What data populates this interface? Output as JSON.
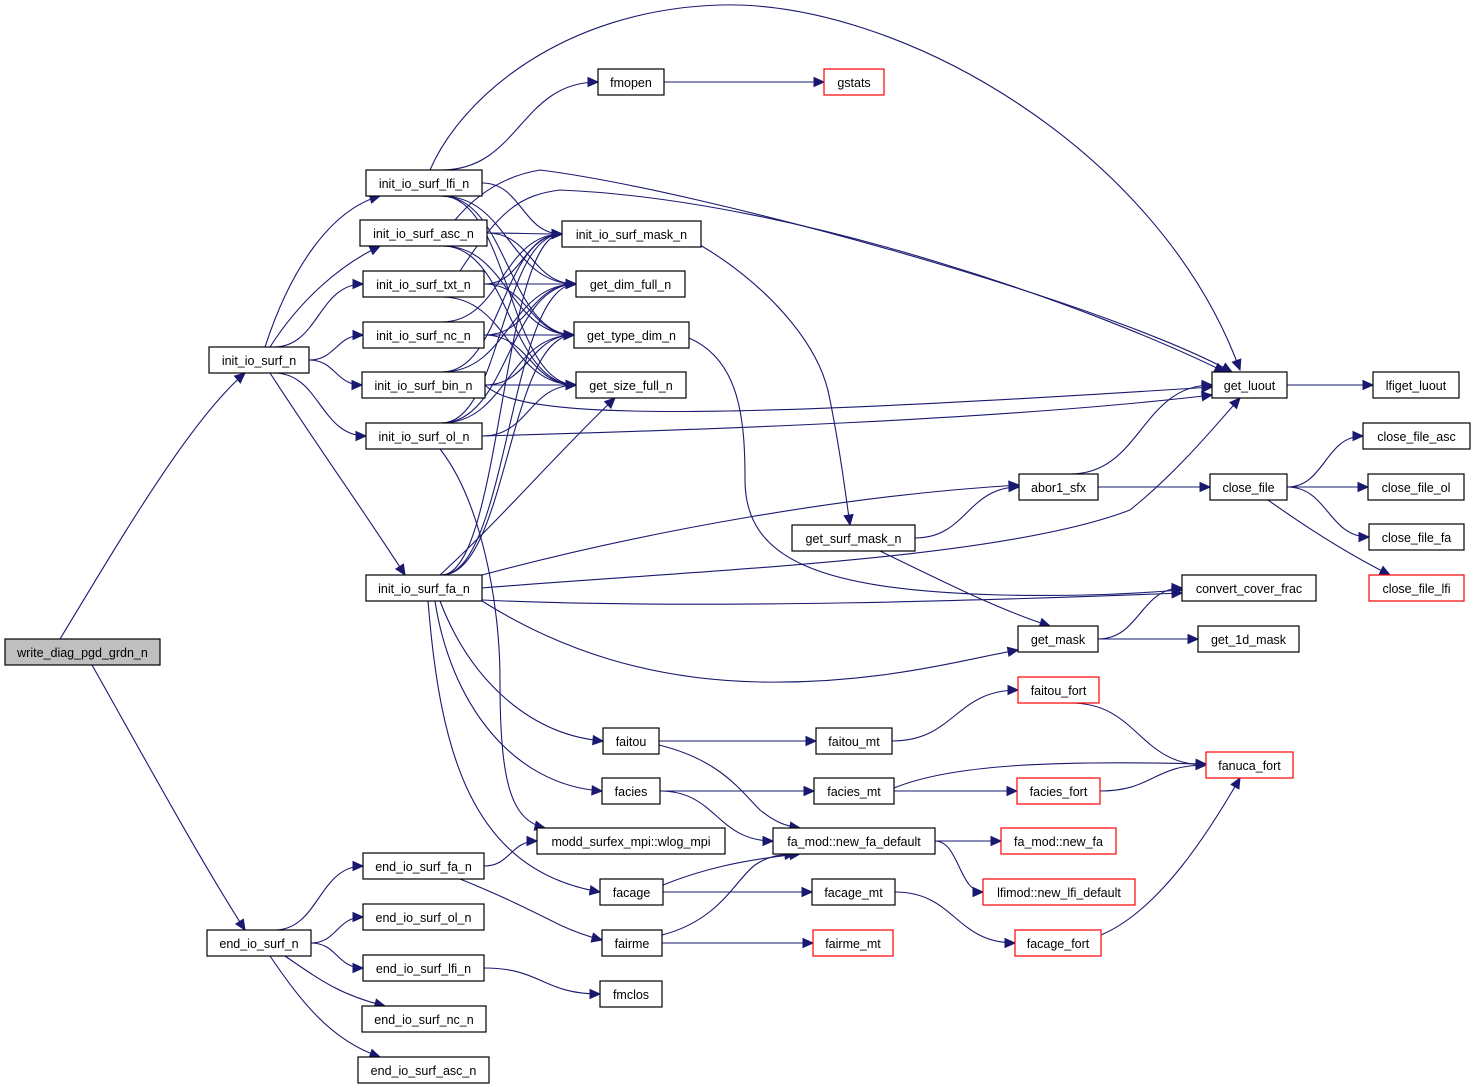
{
  "title": "write_diag_pgd_grdn_n call graph",
  "colors": {
    "edge": "#191970",
    "node_border": "#000000",
    "external_border": "#ff0000",
    "root_fill": "#bfbfbf",
    "node_fill": "#ffffff"
  },
  "nodes": [
    {
      "id": "write_diag_pgd_grdn_n",
      "label": "write_diag_pgd_grdn_n",
      "kind": "root"
    },
    {
      "id": "init_io_surf_n",
      "label": "init_io_surf_n",
      "kind": "normal"
    },
    {
      "id": "end_io_surf_n",
      "label": "end_io_surf_n",
      "kind": "normal"
    },
    {
      "id": "init_io_surf_lfi_n",
      "label": "init_io_surf_lfi_n",
      "kind": "normal"
    },
    {
      "id": "init_io_surf_asc_n",
      "label": "init_io_surf_asc_n",
      "kind": "normal"
    },
    {
      "id": "init_io_surf_txt_n",
      "label": "init_io_surf_txt_n",
      "kind": "normal"
    },
    {
      "id": "init_io_surf_nc_n",
      "label": "init_io_surf_nc_n",
      "kind": "normal"
    },
    {
      "id": "init_io_surf_bin_n",
      "label": "init_io_surf_bin_n",
      "kind": "normal"
    },
    {
      "id": "init_io_surf_ol_n",
      "label": "init_io_surf_ol_n",
      "kind": "normal"
    },
    {
      "id": "init_io_surf_fa_n",
      "label": "init_io_surf_fa_n",
      "kind": "normal"
    },
    {
      "id": "end_io_surf_fa_n",
      "label": "end_io_surf_fa_n",
      "kind": "normal"
    },
    {
      "id": "end_io_surf_ol_n",
      "label": "end_io_surf_ol_n",
      "kind": "normal"
    },
    {
      "id": "end_io_surf_lfi_n",
      "label": "end_io_surf_lfi_n",
      "kind": "normal"
    },
    {
      "id": "end_io_surf_nc_n",
      "label": "end_io_surf_nc_n",
      "kind": "normal"
    },
    {
      "id": "end_io_surf_asc_n",
      "label": "end_io_surf_asc_n",
      "kind": "normal"
    },
    {
      "id": "fmopen",
      "label": "fmopen",
      "kind": "normal"
    },
    {
      "id": "gstats",
      "label": "gstats",
      "kind": "external"
    },
    {
      "id": "init_io_surf_mask_n",
      "label": "init_io_surf_mask_n",
      "kind": "normal"
    },
    {
      "id": "get_dim_full_n",
      "label": "get_dim_full_n",
      "kind": "normal"
    },
    {
      "id": "get_type_dim_n",
      "label": "get_type_dim_n",
      "kind": "normal"
    },
    {
      "id": "get_size_full_n",
      "label": "get_size_full_n",
      "kind": "normal"
    },
    {
      "id": "faitou",
      "label": "faitou",
      "kind": "normal"
    },
    {
      "id": "facies",
      "label": "facies",
      "kind": "normal"
    },
    {
      "id": "wlog_mpi",
      "label": "modd_surfex_mpi::wlog_mpi",
      "kind": "normal"
    },
    {
      "id": "facage",
      "label": "facage",
      "kind": "normal"
    },
    {
      "id": "fairme",
      "label": "fairme",
      "kind": "normal"
    },
    {
      "id": "fmclos",
      "label": "fmclos",
      "kind": "normal"
    },
    {
      "id": "get_surf_mask_n",
      "label": "get_surf_mask_n",
      "kind": "normal"
    },
    {
      "id": "faitou_mt",
      "label": "faitou_mt",
      "kind": "normal"
    },
    {
      "id": "facies_mt",
      "label": "facies_mt",
      "kind": "normal"
    },
    {
      "id": "new_fa_default",
      "label": "fa_mod::new_fa_default",
      "kind": "normal"
    },
    {
      "id": "facage_mt",
      "label": "facage_mt",
      "kind": "normal"
    },
    {
      "id": "fairme_mt",
      "label": "fairme_mt",
      "kind": "external"
    },
    {
      "id": "abor1_sfx",
      "label": "abor1_sfx",
      "kind": "normal"
    },
    {
      "id": "get_mask",
      "label": "get_mask",
      "kind": "normal"
    },
    {
      "id": "faitou_fort",
      "label": "faitou_fort",
      "kind": "external"
    },
    {
      "id": "facies_fort",
      "label": "facies_fort",
      "kind": "external"
    },
    {
      "id": "new_fa",
      "label": "fa_mod::new_fa",
      "kind": "external"
    },
    {
      "id": "new_lfi_default",
      "label": "lfimod::new_lfi_default",
      "kind": "external"
    },
    {
      "id": "facage_fort",
      "label": "facage_fort",
      "kind": "external"
    },
    {
      "id": "get_luout",
      "label": "get_luout",
      "kind": "normal"
    },
    {
      "id": "close_file",
      "label": "close_file",
      "kind": "normal"
    },
    {
      "id": "convert_cover_frac",
      "label": "convert_cover_frac",
      "kind": "normal"
    },
    {
      "id": "get_1d_mask",
      "label": "get_1d_mask",
      "kind": "normal"
    },
    {
      "id": "fanuca_fort",
      "label": "fanuca_fort",
      "kind": "external"
    },
    {
      "id": "lfiget_luout",
      "label": "lfiget_luout",
      "kind": "normal"
    },
    {
      "id": "close_file_asc",
      "label": "close_file_asc",
      "kind": "normal"
    },
    {
      "id": "close_file_ol",
      "label": "close_file_ol",
      "kind": "normal"
    },
    {
      "id": "close_file_fa",
      "label": "close_file_fa",
      "kind": "normal"
    },
    {
      "id": "close_file_lfi",
      "label": "close_file_lfi",
      "kind": "external"
    }
  ],
  "edges": [
    [
      "write_diag_pgd_grdn_n",
      "init_io_surf_n"
    ],
    [
      "write_diag_pgd_grdn_n",
      "end_io_surf_n"
    ],
    [
      "init_io_surf_n",
      "init_io_surf_lfi_n"
    ],
    [
      "init_io_surf_n",
      "init_io_surf_asc_n"
    ],
    [
      "init_io_surf_n",
      "init_io_surf_txt_n"
    ],
    [
      "init_io_surf_n",
      "init_io_surf_nc_n"
    ],
    [
      "init_io_surf_n",
      "init_io_surf_bin_n"
    ],
    [
      "init_io_surf_n",
      "init_io_surf_ol_n"
    ],
    [
      "init_io_surf_n",
      "init_io_surf_fa_n"
    ],
    [
      "init_io_surf_lfi_n",
      "fmopen"
    ],
    [
      "init_io_surf_lfi_n",
      "get_luout"
    ],
    [
      "init_io_surf_lfi_n",
      "init_io_surf_mask_n"
    ],
    [
      "init_io_surf_lfi_n",
      "get_dim_full_n"
    ],
    [
      "init_io_surf_lfi_n",
      "get_type_dim_n"
    ],
    [
      "init_io_surf_lfi_n",
      "get_size_full_n"
    ],
    [
      "init_io_surf_asc_n",
      "init_io_surf_mask_n"
    ],
    [
      "init_io_surf_asc_n",
      "get_dim_full_n"
    ],
    [
      "init_io_surf_asc_n",
      "get_type_dim_n"
    ],
    [
      "init_io_surf_asc_n",
      "get_size_full_n"
    ],
    [
      "init_io_surf_asc_n",
      "get_luout"
    ],
    [
      "init_io_surf_txt_n",
      "init_io_surf_mask_n"
    ],
    [
      "init_io_surf_txt_n",
      "get_dim_full_n"
    ],
    [
      "init_io_surf_txt_n",
      "get_type_dim_n"
    ],
    [
      "init_io_surf_txt_n",
      "get_size_full_n"
    ],
    [
      "init_io_surf_txt_n",
      "get_luout"
    ],
    [
      "init_io_surf_nc_n",
      "init_io_surf_mask_n"
    ],
    [
      "init_io_surf_nc_n",
      "get_dim_full_n"
    ],
    [
      "init_io_surf_nc_n",
      "get_type_dim_n"
    ],
    [
      "init_io_surf_nc_n",
      "get_size_full_n"
    ],
    [
      "init_io_surf_bin_n",
      "init_io_surf_mask_n"
    ],
    [
      "init_io_surf_bin_n",
      "get_dim_full_n"
    ],
    [
      "init_io_surf_bin_n",
      "get_type_dim_n"
    ],
    [
      "init_io_surf_bin_n",
      "get_size_full_n"
    ],
    [
      "init_io_surf_bin_n",
      "get_luout"
    ],
    [
      "init_io_surf_ol_n",
      "init_io_surf_mask_n"
    ],
    [
      "init_io_surf_ol_n",
      "get_dim_full_n"
    ],
    [
      "init_io_surf_ol_n",
      "get_type_dim_n"
    ],
    [
      "init_io_surf_ol_n",
      "get_size_full_n"
    ],
    [
      "init_io_surf_ol_n",
      "get_luout"
    ],
    [
      "init_io_surf_ol_n",
      "wlog_mpi"
    ],
    [
      "init_io_surf_fa_n",
      "init_io_surf_mask_n"
    ],
    [
      "init_io_surf_fa_n",
      "get_dim_full_n"
    ],
    [
      "init_io_surf_fa_n",
      "get_type_dim_n"
    ],
    [
      "init_io_surf_fa_n",
      "get_size_full_n"
    ],
    [
      "init_io_surf_fa_n",
      "abor1_sfx"
    ],
    [
      "init_io_surf_fa_n",
      "get_luout"
    ],
    [
      "init_io_surf_fa_n",
      "convert_cover_frac"
    ],
    [
      "init_io_surf_fa_n",
      "get_mask"
    ],
    [
      "init_io_surf_fa_n",
      "faitou"
    ],
    [
      "init_io_surf_fa_n",
      "facies"
    ],
    [
      "init_io_surf_fa_n",
      "facage"
    ],
    [
      "fmopen",
      "gstats"
    ],
    [
      "init_io_surf_mask_n",
      "get_surf_mask_n"
    ],
    [
      "get_type_dim_n",
      "convert_cover_frac"
    ],
    [
      "get_surf_mask_n",
      "abor1_sfx"
    ],
    [
      "get_surf_mask_n",
      "get_mask"
    ],
    [
      "abor1_sfx",
      "get_luout"
    ],
    [
      "abor1_sfx",
      "close_file"
    ],
    [
      "get_luout",
      "lfiget_luout"
    ],
    [
      "close_file",
      "close_file_asc"
    ],
    [
      "close_file",
      "close_file_ol"
    ],
    [
      "close_file",
      "close_file_fa"
    ],
    [
      "close_file",
      "close_file_lfi"
    ],
    [
      "get_mask",
      "convert_cover_frac"
    ],
    [
      "get_mask",
      "get_1d_mask"
    ],
    [
      "faitou",
      "faitou_mt"
    ],
    [
      "faitou",
      "new_fa_default"
    ],
    [
      "facies",
      "facies_mt"
    ],
    [
      "facies",
      "new_fa_default"
    ],
    [
      "facage",
      "facage_mt"
    ],
    [
      "facage",
      "new_fa_default"
    ],
    [
      "fairme",
      "fairme_mt"
    ],
    [
      "fairme",
      "new_fa_default"
    ],
    [
      "faitou_mt",
      "faitou_fort"
    ],
    [
      "faitou_fort",
      "fanuca_fort"
    ],
    [
      "facies_mt",
      "facies_fort"
    ],
    [
      "facies_mt",
      "fanuca_fort"
    ],
    [
      "facies_fort",
      "fanuca_fort"
    ],
    [
      "new_fa_default",
      "new_fa"
    ],
    [
      "new_fa_default",
      "new_lfi_default"
    ],
    [
      "facage_mt",
      "facage_fort"
    ],
    [
      "facage_fort",
      "fanuca_fort"
    ],
    [
      "end_io_surf_n",
      "end_io_surf_fa_n"
    ],
    [
      "end_io_surf_n",
      "end_io_surf_ol_n"
    ],
    [
      "end_io_surf_n",
      "end_io_surf_lfi_n"
    ],
    [
      "end_io_surf_n",
      "end_io_surf_nc_n"
    ],
    [
      "end_io_surf_n",
      "end_io_surf_asc_n"
    ],
    [
      "end_io_surf_fa_n",
      "wlog_mpi"
    ],
    [
      "end_io_surf_fa_n",
      "fairme"
    ],
    [
      "end_io_surf_lfi_n",
      "fmclos"
    ]
  ]
}
